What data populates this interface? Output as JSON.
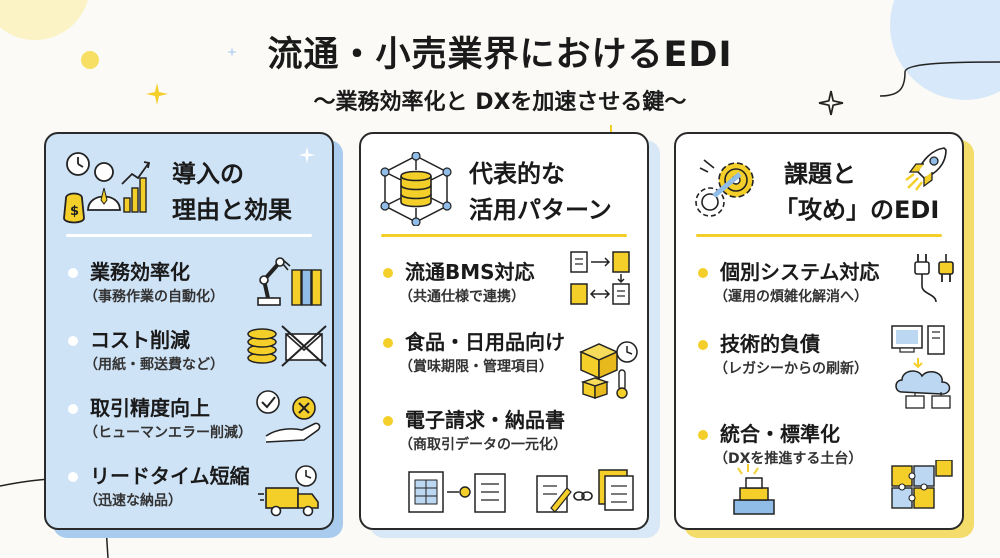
{
  "title": "流通・小売業界におけるEDI",
  "subtitle": "〜業務効率化と DXを加速させる鍵〜",
  "colors": {
    "card1_bg": "#cfe3f7",
    "card1_shadow": "#a9cbed",
    "card2_shadow": "#d9e8f6",
    "card3_shadow": "#f3dc6a",
    "accent_yellow": "#f4cf2a",
    "accent_blue": "#8fbde8",
    "ink": "#1b1b1b"
  },
  "cards": [
    {
      "title_line1": "導入の",
      "title_line2": "理由と効果",
      "header_icon": "businessman-growth-icon",
      "items": [
        {
          "label": "業務効率化",
          "sub": "（事務作業の自動化）",
          "icon": "robot-arm-icon"
        },
        {
          "label": "コスト削減",
          "sub": "（用紙・郵送費など）",
          "icon": "coins-no-mail-icon"
        },
        {
          "label": "取引精度向上",
          "sub": "（ヒューマンエラー削減）",
          "icon": "check-cross-hand-icon"
        },
        {
          "label": "リードタイム短縮",
          "sub": "（迅速な納品）",
          "icon": "delivery-truck-clock-icon"
        }
      ]
    },
    {
      "title_line1": "代表的な",
      "title_line2": "活用パターン",
      "header_icon": "database-network-icon",
      "items": [
        {
          "label": "流通BMS対応",
          "sub": "（共通仕様で連携）",
          "icon": "document-exchange-icon"
        },
        {
          "label": "食品・日用品向け",
          "sub": "（賞味期限・管理項目）",
          "icon": "box-clock-thermometer-icon"
        },
        {
          "label": "電子請求・納品書",
          "sub": "（商取引データの一元化）",
          "icon": "invoice-link-icon"
        }
      ]
    },
    {
      "title_line1": "課題と",
      "title_line2": "「攻め」のEDI",
      "header_icon": "gear-rocket-icon",
      "items": [
        {
          "label": "個別システム対応",
          "sub": "（運用の煩雑化解消へ）",
          "icon": "plug-icon"
        },
        {
          "label": "技術的負債",
          "sub": "（レガシーからの刷新）",
          "icon": "legacy-to-cloud-icon"
        },
        {
          "label": "統合・標準化",
          "sub": "（DXを推進する土台）",
          "icon": "puzzle-blocks-icon"
        }
      ]
    }
  ]
}
